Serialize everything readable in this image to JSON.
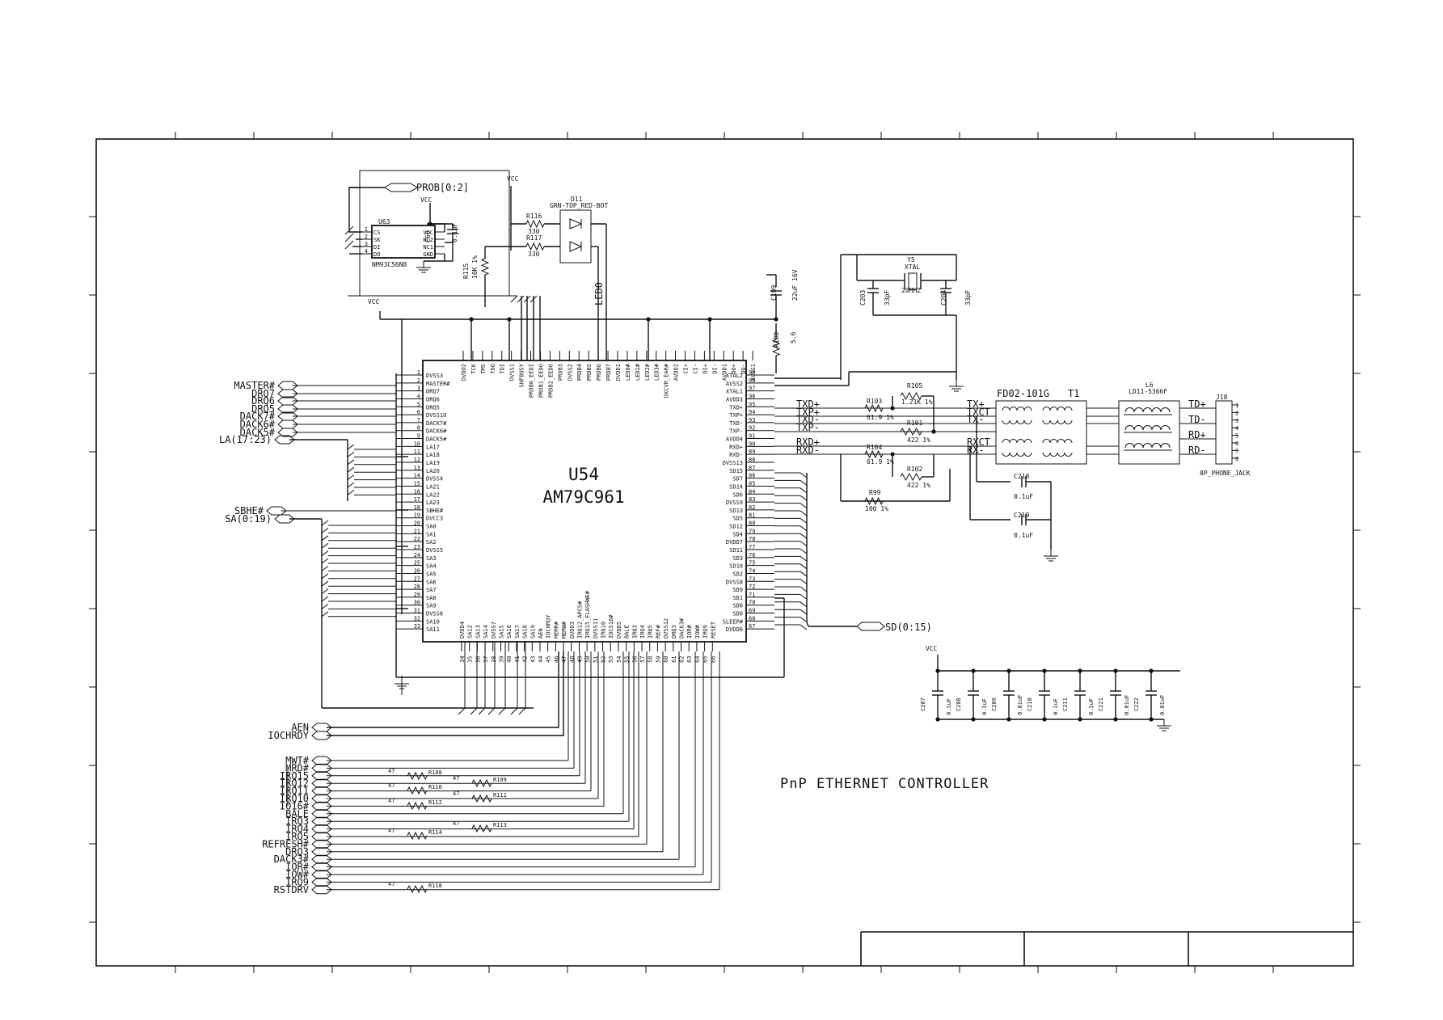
{
  "title": "PnP ETHERNET CONTROLLER",
  "chip": {
    "ref": "U54",
    "part": "AM79C961"
  },
  "eeprom": {
    "ref": "U63",
    "part": "NM93C56N8",
    "pins_left": [
      "CS",
      "SK",
      "DI",
      "DO"
    ],
    "pins_right": [
      "VCC",
      "NC2",
      "NC1",
      "GND"
    ],
    "bus": "PROB[0:2]"
  },
  "power": {
    "vcc": "VCC"
  },
  "led": {
    "ref": "D11",
    "part": "GRN-TOP_RED-BOT",
    "net": "LED0"
  },
  "resistors": {
    "r116": {
      "ref": "R116",
      "value": "330"
    },
    "r117": {
      "ref": "R117",
      "value": "330"
    },
    "r115": {
      "ref": "R115",
      "value": "10K 1%"
    },
    "r100": {
      "ref": "R100",
      "value": "5.6"
    },
    "r103": {
      "ref": "R103",
      "value": "61.9 1%"
    },
    "r105": {
      "ref": "R105",
      "value": "1.21K 1%"
    },
    "r101": {
      "ref": "R101",
      "value": "422 1%"
    },
    "r104": {
      "ref": "R104",
      "value": "61.9 1%"
    },
    "r102": {
      "ref": "R102",
      "value": "422 1%"
    },
    "r99": {
      "ref": "R99",
      "value": "100 1%"
    }
  },
  "caps": {
    "c60": {
      "ref": "C60",
      "value": "0.1uF"
    },
    "c199": {
      "ref": "C199",
      "value": "22uF 16V"
    },
    "c203": {
      "ref": "C203",
      "value": "33pF"
    },
    "c204": {
      "ref": "C204",
      "value": "33pF"
    },
    "c218": {
      "ref": "C218",
      "value": "0.1uF"
    },
    "c219": {
      "ref": "C219",
      "value": "0.1uF"
    }
  },
  "crystal": {
    "ref": "Y5",
    "type": "XTAL",
    "freq": "20MHZ"
  },
  "filter": {
    "ref": "FD02-101G",
    "transformer": "T1"
  },
  "choke": {
    "ref": "L6",
    "part": "LD11-5366F"
  },
  "jack": {
    "ref": "J18",
    "part": "8P_PHONE_JACK",
    "pins": [
      "1",
      "2",
      "3",
      "4",
      "5",
      "6",
      "7",
      "8"
    ]
  },
  "ether_nets": [
    "TXD+",
    "TXP+",
    "TXD-",
    "TXP-",
    "RXD+",
    "RXD-"
  ],
  "filter_nets": [
    "TX+",
    "TXCT",
    "TX-",
    "RXCT",
    "RX-"
  ],
  "jack_nets": [
    "TD+",
    "TD-",
    "RD+",
    "RD-"
  ],
  "left_pins": [
    "DVSS3",
    "MASTER#",
    "DRQ7",
    "DRQ6",
    "DRQ5",
    "DVSS10",
    "DACK7#",
    "DACK6#",
    "DACK5#",
    "LA17",
    "LA18",
    "LA19",
    "LA20",
    "DVSS4",
    "LA21",
    "LA22",
    "LA23",
    "SBHE#",
    "DVCC3",
    "SA0",
    "SA1",
    "SA2",
    "DVSS5",
    "SA3",
    "SA4",
    "SA5",
    "SA6",
    "SA7",
    "SA8",
    "SA9",
    "DVSS6",
    "SA10",
    "SA11"
  ],
  "right_pins": [
    "XTAL2",
    "AVSS2",
    "XTAL1",
    "AVDD3",
    "TXD+",
    "TXP+",
    "TXD-",
    "TXP-",
    "AVDD4",
    "RXD+",
    "RXD-",
    "DVSS13",
    "SD15",
    "SD7",
    "SD14",
    "SD6",
    "DVSS9",
    "SD13",
    "SD5",
    "SD12",
    "SD4",
    "DVDD7",
    "SD11",
    "SD3",
    "SD10",
    "SD2",
    "DVSS8",
    "SD9",
    "SD1",
    "SD8",
    "SD0",
    "SLEEP#",
    "DVDD6"
  ],
  "top_pins": [
    "DVDD2",
    "TCK",
    "TMS",
    "TDO",
    "TDI",
    "DVSS1",
    "SHFBUSY",
    "PRDB0_EEDI",
    "PRDB1_EEDO",
    "PRDB2_EEDO",
    "PRDB3",
    "DVSS2",
    "PRDB4",
    "PRDB5",
    "PRDB6",
    "PRDB7",
    "DVDD1",
    "LED0#",
    "LED1#",
    "LED2#",
    "LED3#",
    "DXCVR_EAR#",
    "AVDD2",
    "CI+",
    "CI-",
    "DI+",
    "DI-",
    "AVDD1",
    "DO+",
    "DO-",
    "AVSS1"
  ],
  "bottom_pins": [
    "DVDD4",
    "SA12",
    "SA13",
    "SA14",
    "DVSS7",
    "SA15",
    "SA16",
    "SA17",
    "SA18",
    "SA19",
    "AEN",
    "IOCHRDY",
    "MEMR#",
    "MEMW#",
    "DVDD3",
    "IRQ12_APCS#",
    "IRQ15_FLASHWE#",
    "DVSS11",
    "IRQ10",
    "IOCS16#",
    "DVDD5",
    "BALE",
    "IRQ3",
    "IRQ4",
    "IRQ5",
    "REF#",
    "DVSS12",
    "DRQ3",
    "DACK3#",
    "IOR#",
    "IOW#",
    "IRQ9",
    "RESET"
  ],
  "left_bus": {
    "group1": [
      "MASTER#",
      "DRQ7",
      "DRQ6",
      "DRQ5",
      "DACK7#",
      "DACK6#",
      "DACK5#"
    ],
    "la": "LA(17:23)",
    "sbhe": "SBHE#",
    "sa": "SA(0:19)",
    "aen": "AEN",
    "iochrdy": "IOCHRDY",
    "lower": [
      "MWT#",
      "MRD#",
      "IRQ15",
      "IRQ12",
      "IRQ11",
      "IRQ10",
      "IO16#",
      "BALE",
      "IRQ3",
      "IRQ4",
      "IRQ5",
      "REFRESH#",
      "DRQ3",
      "DACK3#",
      "IOR#",
      "IOW#",
      "IRQ9",
      "RSTDRV"
    ]
  },
  "sd_bus": "SD(0:15)",
  "series_res": [
    {
      "ref": "R108",
      "value": "47"
    },
    {
      "ref": "R109",
      "value": "47"
    },
    {
      "ref": "R110",
      "value": "47"
    },
    {
      "ref": "R111",
      "value": "47"
    },
    {
      "ref": "R112",
      "value": "47"
    },
    {
      "ref": "R113",
      "value": "47"
    },
    {
      "ref": "R114",
      "value": "47"
    },
    {
      "ref": "R118",
      "value": "47"
    }
  ],
  "decoupling": [
    {
      "ref": "C207",
      "value": "0.1uF"
    },
    {
      "ref": "C208",
      "value": "0.1uF"
    },
    {
      "ref": "C209",
      "value": "0.01uF"
    },
    {
      "ref": "C210",
      "value": "0.1uF"
    },
    {
      "ref": "C211",
      "value": "0.1uF"
    },
    {
      "ref": "C221",
      "value": "0.01uF"
    },
    {
      "ref": "C222",
      "value": "0.01uF"
    }
  ]
}
